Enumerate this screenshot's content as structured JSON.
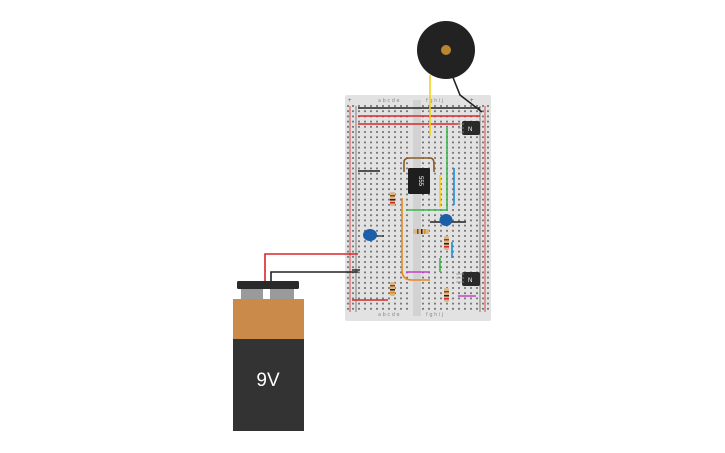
{
  "battery": {
    "label": "9V",
    "color_top": "#c98a4a",
    "color_body": "#333333"
  },
  "breadboard": {
    "column_labels_left": "a b c d e",
    "column_labels_right": "f g h i j",
    "power_plus": "+",
    "power_minus": "-"
  },
  "ic": {
    "label": "555"
  },
  "transistors": {
    "top_label": "N",
    "bottom_label": "N"
  },
  "colors": {
    "rail_red": "#d9262b",
    "rail_black": "#222222",
    "wire_yellow": "#f2d21b",
    "wire_green": "#3bb54a",
    "wire_blue": "#1e8ed8",
    "wire_orange": "#e58a1f",
    "wire_magenta": "#c43fc8",
    "wire_brown": "#8b5a2b",
    "capacitor": "#1a5fa8"
  }
}
